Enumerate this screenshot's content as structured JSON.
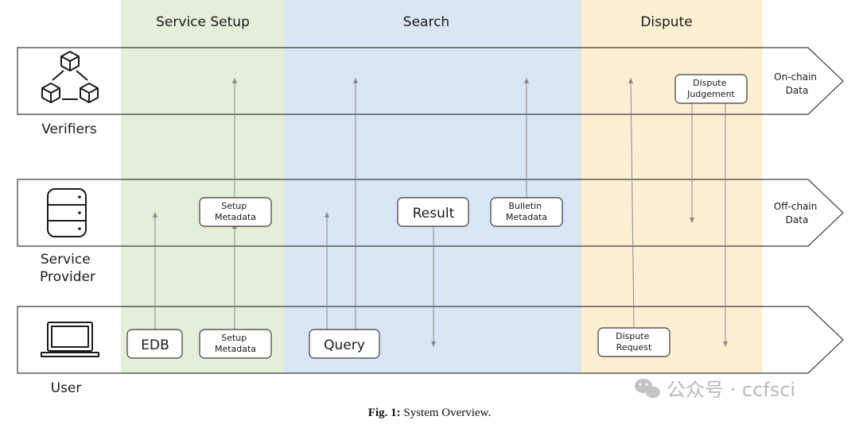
{
  "phases": [
    {
      "label": "Service Setup",
      "color": "#e3efd9"
    },
    {
      "label": "Search",
      "color": "#d9e6f3"
    },
    {
      "label": "Dispute",
      "color": "#fcefd2"
    }
  ],
  "actors": [
    {
      "line1": "Verifiers",
      "line2": "",
      "icon": "blockchain-cubes-icon"
    },
    {
      "line1": "Service",
      "line2": "Provider",
      "icon": "database-icon"
    },
    {
      "line1": "User",
      "line2": "",
      "icon": "laptop-icon"
    }
  ],
  "lane_labels": {
    "onchain": [
      "On-chain",
      "Data"
    ],
    "offchain": [
      "Off-chain",
      "Data"
    ]
  },
  "boxes": {
    "setup_metadata_provider": [
      "Setup",
      "Metadata"
    ],
    "result": "Result",
    "bulletin_metadata": [
      "Bulletin",
      "Metadata"
    ],
    "dispute_judgement": [
      "Dispute",
      "Judgement"
    ],
    "edb": "EDB",
    "setup_metadata_user": [
      "Setup",
      "Metadata"
    ],
    "query": "Query",
    "dispute_request": [
      "Dispute",
      "Request"
    ]
  },
  "caption": {
    "prefix": "Fig. 1:",
    "text": " System Overview."
  },
  "watermark": "公众号 · ccfsci"
}
